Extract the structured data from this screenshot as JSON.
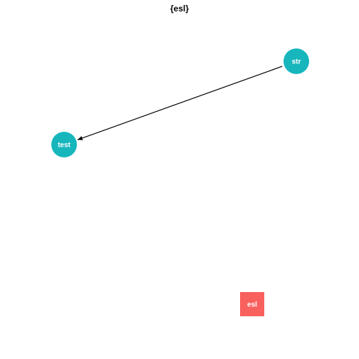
{
  "title": "{esl}",
  "colors": {
    "function_node": "#17B6BD",
    "package_node": "#F8615E",
    "edge": "#000000",
    "label": "#ffffff"
  },
  "nodes": [
    {
      "id": "str",
      "label": "str",
      "shape": "circle",
      "kind": "function"
    },
    {
      "id": "test",
      "label": "test",
      "shape": "circle",
      "kind": "function"
    },
    {
      "id": "esl",
      "label": "esl",
      "shape": "square",
      "kind": "package"
    }
  ],
  "edges": [
    {
      "from": "str",
      "to": "test"
    }
  ]
}
